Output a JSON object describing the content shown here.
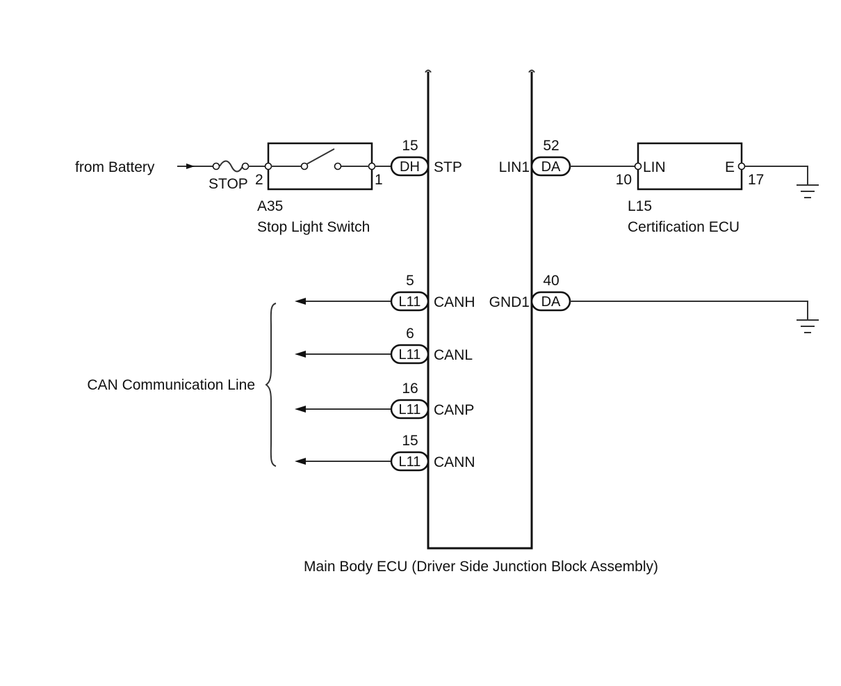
{
  "battery_label": "from Battery",
  "fuse_label": "STOP",
  "stop_switch": {
    "code": "A35",
    "name": "Stop Light Switch",
    "pin_in": "2",
    "pin_out": "1"
  },
  "cert_ecu": {
    "code": "L15",
    "name": "Certification ECU",
    "lin_terminal": "LIN",
    "e_terminal": "E",
    "lin_pin": "10",
    "e_pin": "17"
  },
  "main_ecu_label": "Main Body ECU (Driver Side Junction Block Assembly)",
  "can_label": "CAN Communication Line",
  "left_connectors": [
    {
      "pin": "15",
      "connector": "DH",
      "terminal": "STP"
    },
    {
      "pin": "5",
      "connector": "L11",
      "terminal": "CANH"
    },
    {
      "pin": "6",
      "connector": "L11",
      "terminal": "CANL"
    },
    {
      "pin": "16",
      "connector": "L11",
      "terminal": "CANP"
    },
    {
      "pin": "15",
      "connector": "L11",
      "terminal": "CANN"
    }
  ],
  "right_connectors": [
    {
      "pin": "52",
      "connector": "DA",
      "terminal": "LIN1"
    },
    {
      "pin": "40",
      "connector": "DA",
      "terminal": "GND1"
    }
  ]
}
